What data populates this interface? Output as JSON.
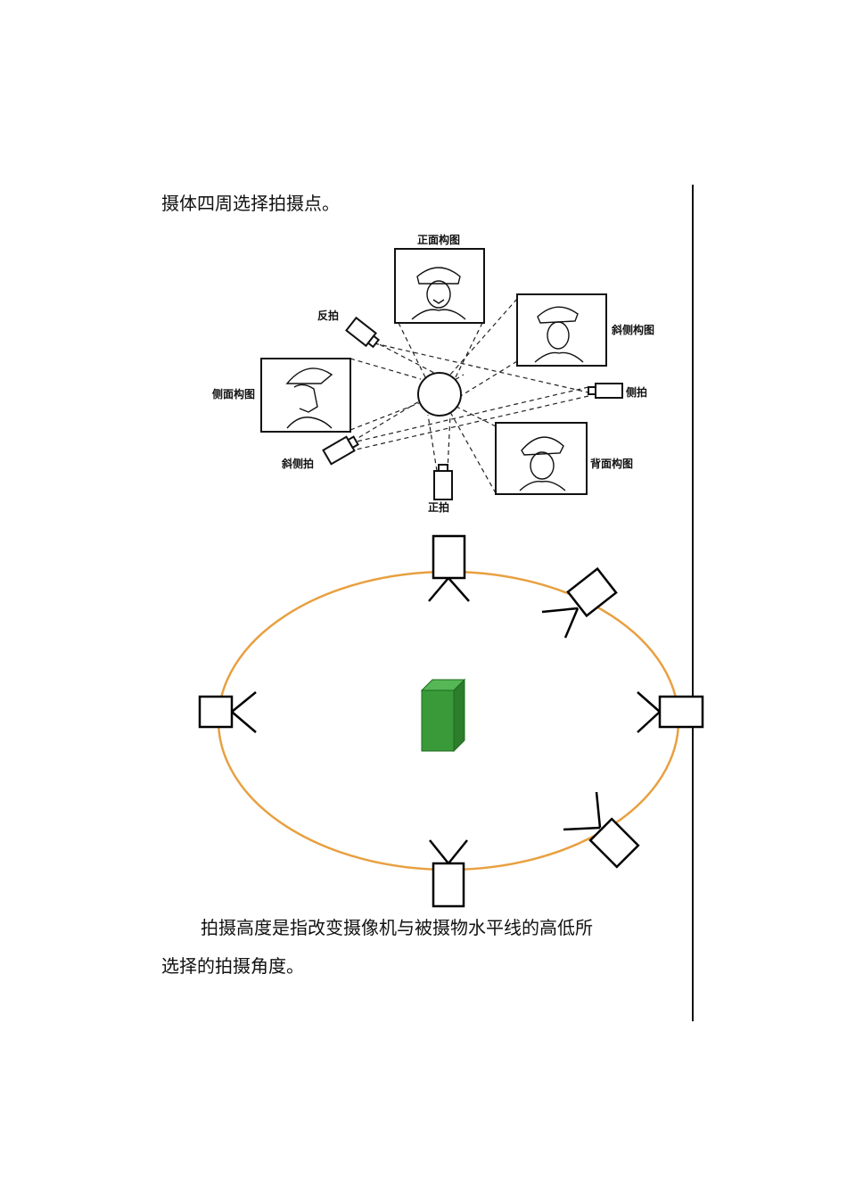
{
  "document": {
    "line1": "摄体四周选择拍摄点。",
    "line2": "拍摄高度是指改变摄像机与被摄物水平线的高低所",
    "line3": "选择的拍摄角度。"
  },
  "figure1": {
    "labels": {
      "front_composition": "正面构图",
      "oblique_side_composition": "斜侧构图",
      "side_composition": "侧面构图",
      "back_composition": "背面构图",
      "reverse_shot": "反拍",
      "side_shot": "侧拍",
      "oblique_side_shot": "斜侧拍",
      "front_shot": "正拍"
    }
  },
  "colors": {
    "ellipse": "#e8a040",
    "subject_front": "#3a9a3a",
    "subject_top": "#56b756",
    "subject_side": "#2c7d2c"
  }
}
